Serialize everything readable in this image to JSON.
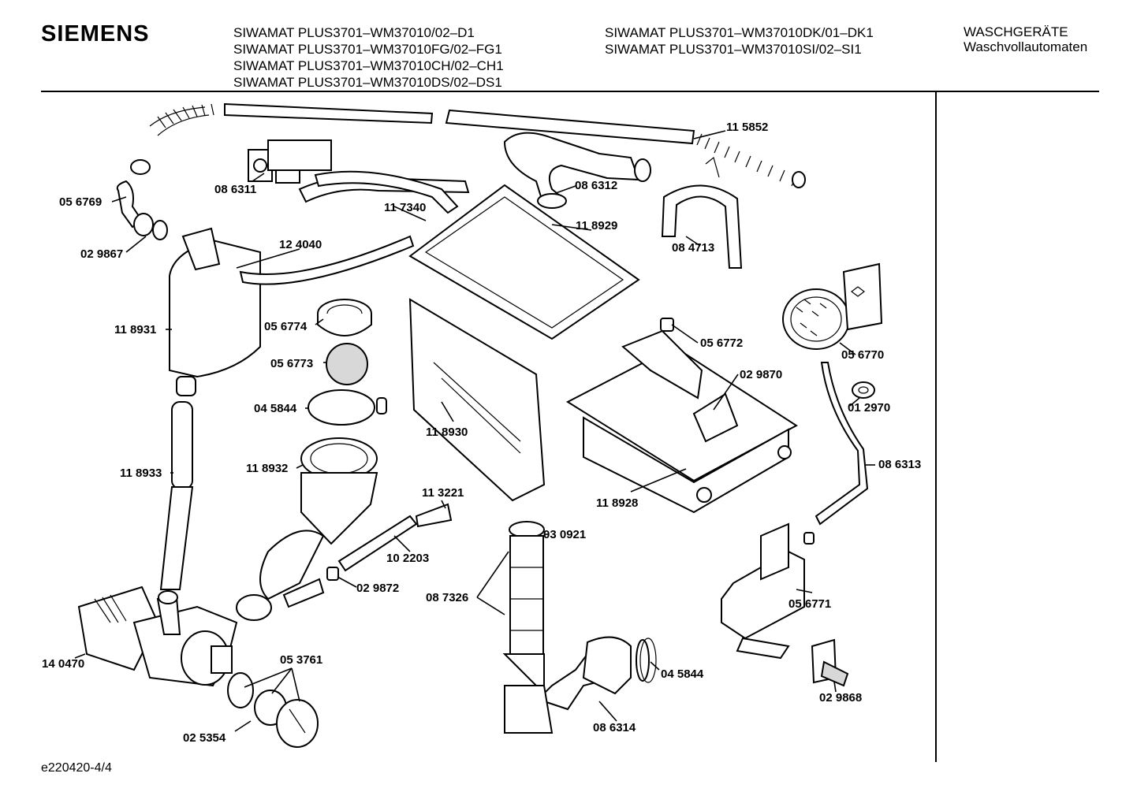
{
  "header": {
    "brand": "SIEMENS",
    "models_left": [
      "SIWAMAT PLUS3701–WM37010/02–D1",
      "SIWAMAT PLUS3701–WM37010FG/02–FG1",
      "SIWAMAT PLUS3701–WM37010CH/02–CH1",
      "SIWAMAT PLUS3701–WM37010DS/02–DS1"
    ],
    "models_right": [
      "SIWAMAT PLUS3701–WM37010DK/01–DK1",
      "SIWAMAT PLUS3701–WM37010SI/02–SI1"
    ],
    "category": "WASCHGERÄTE",
    "subcategory": "Waschvollautomaten"
  },
  "parts": {
    "p115852": "11 5852",
    "p086311": "08 6311",
    "p117340": "11 7340",
    "p086312": "08 6312",
    "p056769": "05 6769",
    "p118929": "11 8929",
    "p084713": "08 4713",
    "p029867": "02 9867",
    "p124040": "12 4040",
    "p118931": "11 8931",
    "p056774": "05 6774",
    "p056772": "05 6772",
    "p056773": "05 6773",
    "p056770": "05 6770",
    "p029870": "02 9870",
    "p045844a": "04 5844",
    "p012970": "01 2970",
    "p118930": "11 8930",
    "p118932": "11 8932",
    "p118933": "11 8933",
    "p086313": "08 6313",
    "p113221": "11 3221",
    "p118928": "11 8928",
    "p030921": "03 0921",
    "p102203": "10 2203",
    "p029872": "02 9872",
    "p087326": "08 7326",
    "p056771": "05 6771",
    "p140470": "14 0470",
    "p053761": "05 3761",
    "p045844b": "04 5844",
    "p029868": "02 9868",
    "p025354": "02 5354",
    "p086314": "08 6314"
  },
  "footer": {
    "doc_id": "e220420-4/4"
  }
}
